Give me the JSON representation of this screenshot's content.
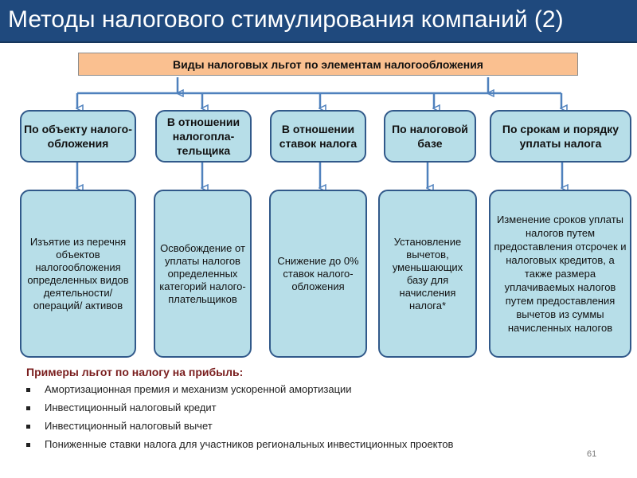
{
  "title": "Методы налогового стимулирования компаний (2)",
  "top_box": "Виды налоговых льгот по элементам налогообложения",
  "categories": [
    {
      "label": "По объекту налого-обложения",
      "detail": "Изъятие из перечня объектов налогообложения определенных видов деятельности/ операций/ активов"
    },
    {
      "label": "В отношении налогопла-тельщика",
      "detail": "Освобождение от уплаты налогов определенных категорий налого-плательщиков"
    },
    {
      "label": "В отношении ставок налога",
      "detail": "Снижение до 0% ставок налого-обложения"
    },
    {
      "label": "По налоговой базе",
      "detail": "Установление вычетов, уменьшающих базу для начисления налога*"
    },
    {
      "label": "По срокам и порядку уплаты налога",
      "detail": "Изменение сроков уплаты налогов путем предоставления отсрочек и налоговых кредитов, а также размера уплачиваемых налогов путем предоставления вычетов из суммы начисленных налогов"
    }
  ],
  "examples": {
    "heading": "Примеры льгот по налогу на прибыль:",
    "items": [
      "Амортизационная премия и механизм ускоренной амортизации",
      "Инвестиционный налоговый кредит",
      "Инвестиционный налоговый вычет",
      "Пониженные ставки налога для участников региональных инвестиционных проектов"
    ]
  },
  "page_number": "61",
  "colors": {
    "title_bg": "#1f497d",
    "top_box": "#fac090",
    "box_fill": "#b7dee8",
    "box_border": "#31598a",
    "connector": "#4f81bd",
    "heading": "#7a1e1e"
  }
}
